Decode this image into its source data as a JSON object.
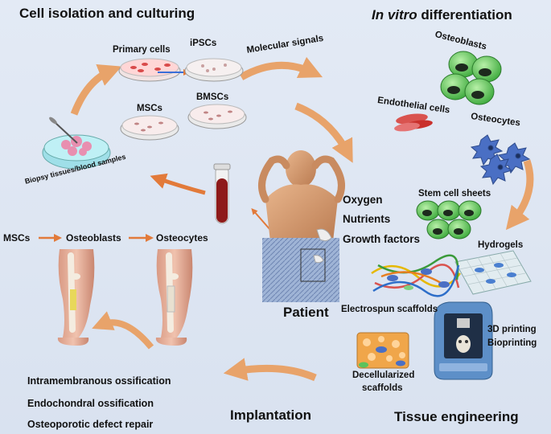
{
  "sections": {
    "cell_isolation": "Cell isolation and culturing",
    "in_vitro_italic": "In vitro",
    "differentiation": " differentiation",
    "implantation": "Implantation",
    "tissue_engineering": "Tissue engineering"
  },
  "cells": {
    "primary": "Primary cells",
    "ipscs": "iPSCs",
    "mscs": "MSCs",
    "bmscs": "BMSCs",
    "biopsy": "Biopsy tissues/blood samples",
    "molecular_signals": "Molecular signals"
  },
  "differentiated": {
    "osteoblasts": "Osteoblasts",
    "endothelial": "Endothelial cells",
    "osteocytes": "Osteocytes"
  },
  "patient": {
    "label": "Patient",
    "factors": [
      "Oxygen",
      "Nutrients",
      "Growth factors"
    ]
  },
  "lineage": [
    "MSCs",
    "Osteoblasts",
    "Osteocytes"
  ],
  "scaffolds": {
    "stem_cell_sheets": "Stem cell sheets",
    "hydrogels": "Hydrogels",
    "electrospun": "Electrospun scaffolds",
    "printing_line1": "3D printing",
    "printing_line2": "Bioprinting",
    "decell_line1": "Decellularized",
    "decell_line2": "scaffolds"
  },
  "outcomes": [
    "Intramembranous ossification",
    "Endochondral ossification",
    "Osteoporotic defect repair"
  ],
  "colors": {
    "arrow": "#e8a36a",
    "osteoblast": "#5cc25c",
    "osteocyte": "#4a6fc4",
    "blood": "#8e1a1a"
  }
}
